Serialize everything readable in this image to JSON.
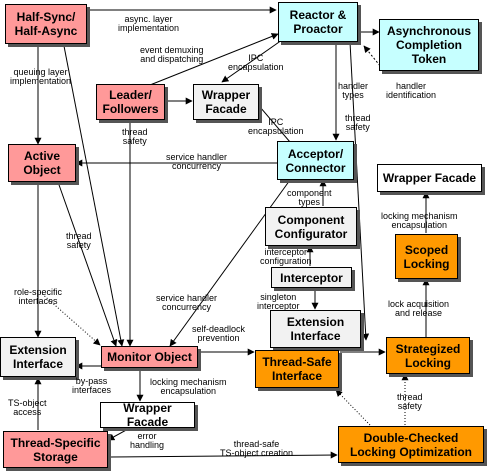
{
  "nodes": {
    "half_sync": "Half-Sync/ Half-Async",
    "reactor": "Reactor & Proactor",
    "act": "Asynchronous Completion Token",
    "leader": "Leader/ Followers",
    "wrapper_top": "Wrapper Facade",
    "active_object": "Active Object",
    "acceptor": "Acceptor/ Connector",
    "wrapper_right": "Wrapper Facade",
    "component_config": "Component Configurator",
    "scoped_locking": "Scoped Locking",
    "interceptor": "Interceptor",
    "extension_right": "Extension Interface",
    "extension_left": "Extension Interface",
    "monitor": "Monitor Object",
    "thread_safe": "Thread-Safe Interface",
    "strategized": "Strategized Locking",
    "wrapper_bottom": "Wrapper Facade",
    "tss": "Thread-Specific Storage",
    "dclo": "Double-Checked Locking Optimization"
  },
  "edges": {
    "async_layer": [
      "async. layer",
      "implementation"
    ],
    "event_demux": [
      "event demuxing",
      "and dispatching"
    ],
    "ipc_top": [
      "IPC",
      "encapsulation"
    ],
    "queuing": [
      "queuing layer",
      "implementation"
    ],
    "handler_types": [
      "handler",
      "types"
    ],
    "handler_id": [
      "handler",
      "identification"
    ],
    "thread_safety_lf": [
      "thread",
      "safety"
    ],
    "ipc_mid": [
      "IPC",
      "encapsulation"
    ],
    "thread_safety_right": [
      "thread",
      "safety"
    ],
    "service_handler_conc": [
      "service handler",
      "concurrency"
    ],
    "component_types": [
      "component",
      "types"
    ],
    "thread_safety_left": [
      "thread",
      "safety"
    ],
    "locking_encap": [
      "locking mechanism",
      "encapsulation"
    ],
    "interceptor_conf": [
      "interceptor",
      "configuration"
    ],
    "role_specific": [
      "role-specific",
      "interfaces"
    ],
    "singleton": [
      "singleton",
      "interceptor"
    ],
    "service_handler_conc2": [
      "service handler",
      "concurrency"
    ],
    "lock_acq": [
      "lock acquisition",
      "and release"
    ],
    "self_deadlock": [
      "self-deadlock",
      "prevention"
    ],
    "by_pass": [
      "by-pass",
      "interfaces"
    ],
    "locking_encap2": [
      "locking mechanism",
      "encapsulation"
    ],
    "ts_object_access": [
      "TS-object",
      "access"
    ],
    "thread_safety_bottom": [
      "thread",
      "safety"
    ],
    "error_handling": [
      "error",
      "handling"
    ],
    "ts_object_creation": [
      "thread-safe",
      "TS-object creation"
    ]
  },
  "colors": {
    "pink": "#ff9999",
    "cyan": "#c6ffff",
    "gray": "#f2f2f2",
    "orange": "#ff9900",
    "white": "#ffffff"
  }
}
